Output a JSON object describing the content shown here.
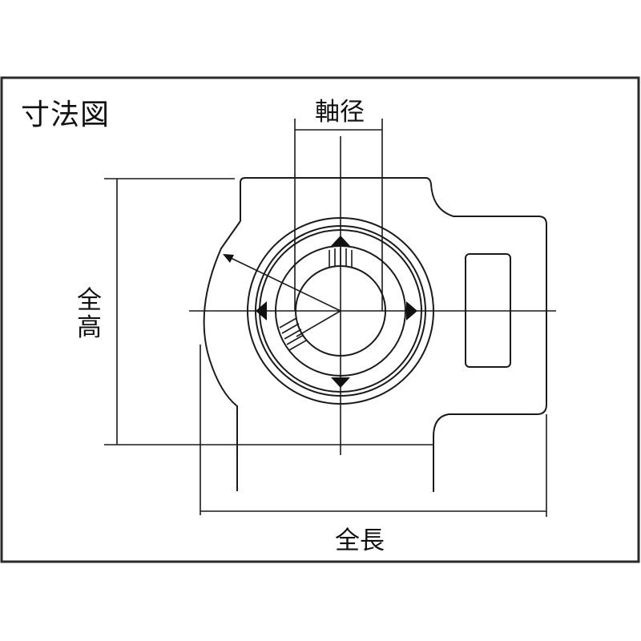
{
  "drawing": {
    "title": "寸法図",
    "dimensions": {
      "shaft_diameter_label": "軸径",
      "overall_height_label": "全高",
      "overall_length_label": "全長"
    },
    "colors": {
      "line": "#1a1a1a",
      "background": "#ffffff",
      "frame": "#2a2a2a"
    }
  }
}
